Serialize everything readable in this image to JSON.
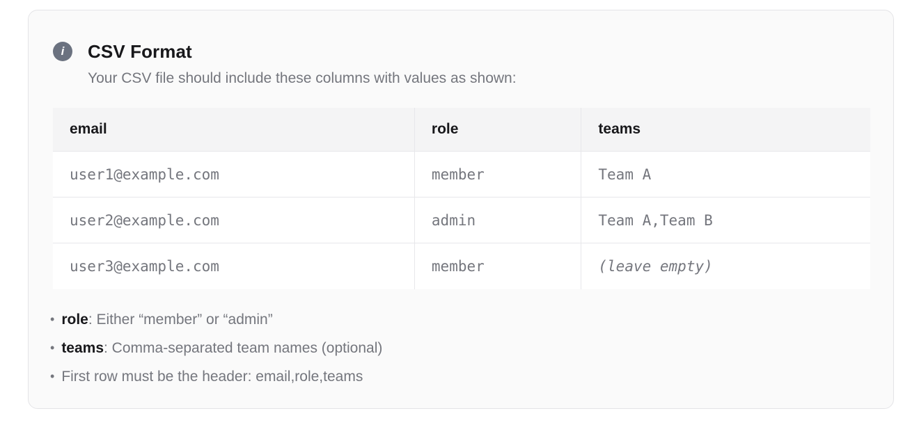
{
  "header": {
    "title": "CSV Format",
    "subtitle": "Your CSV file should include these columns with values as shown:",
    "info_icon_glyph": "i"
  },
  "table": {
    "columns": [
      "email",
      "role",
      "teams"
    ],
    "column_widths_pct": [
      44.2,
      20.4,
      35.4
    ],
    "rows": [
      [
        "user1@example.com",
        "member",
        "Team A"
      ],
      [
        "user2@example.com",
        "admin",
        "Team A,Team B"
      ],
      [
        "user3@example.com",
        "member",
        "(leave empty)"
      ]
    ],
    "italic_value": "(leave empty)"
  },
  "notes": [
    {
      "term": "role",
      "text": ": Either “member” or “admin”"
    },
    {
      "term": "teams",
      "text": ": Comma-separated team names (optional)"
    },
    {
      "term": "",
      "text": "First row must be the header: email,role,teams"
    }
  ],
  "colors": {
    "card_background": "#fafafa",
    "card_border": "#e4e4e7",
    "table_header_background": "#f4f4f5",
    "table_border": "#e7e7ea",
    "muted_text": "#74767d",
    "heading_text": "#18181b",
    "info_icon_background": "#6b7280"
  }
}
